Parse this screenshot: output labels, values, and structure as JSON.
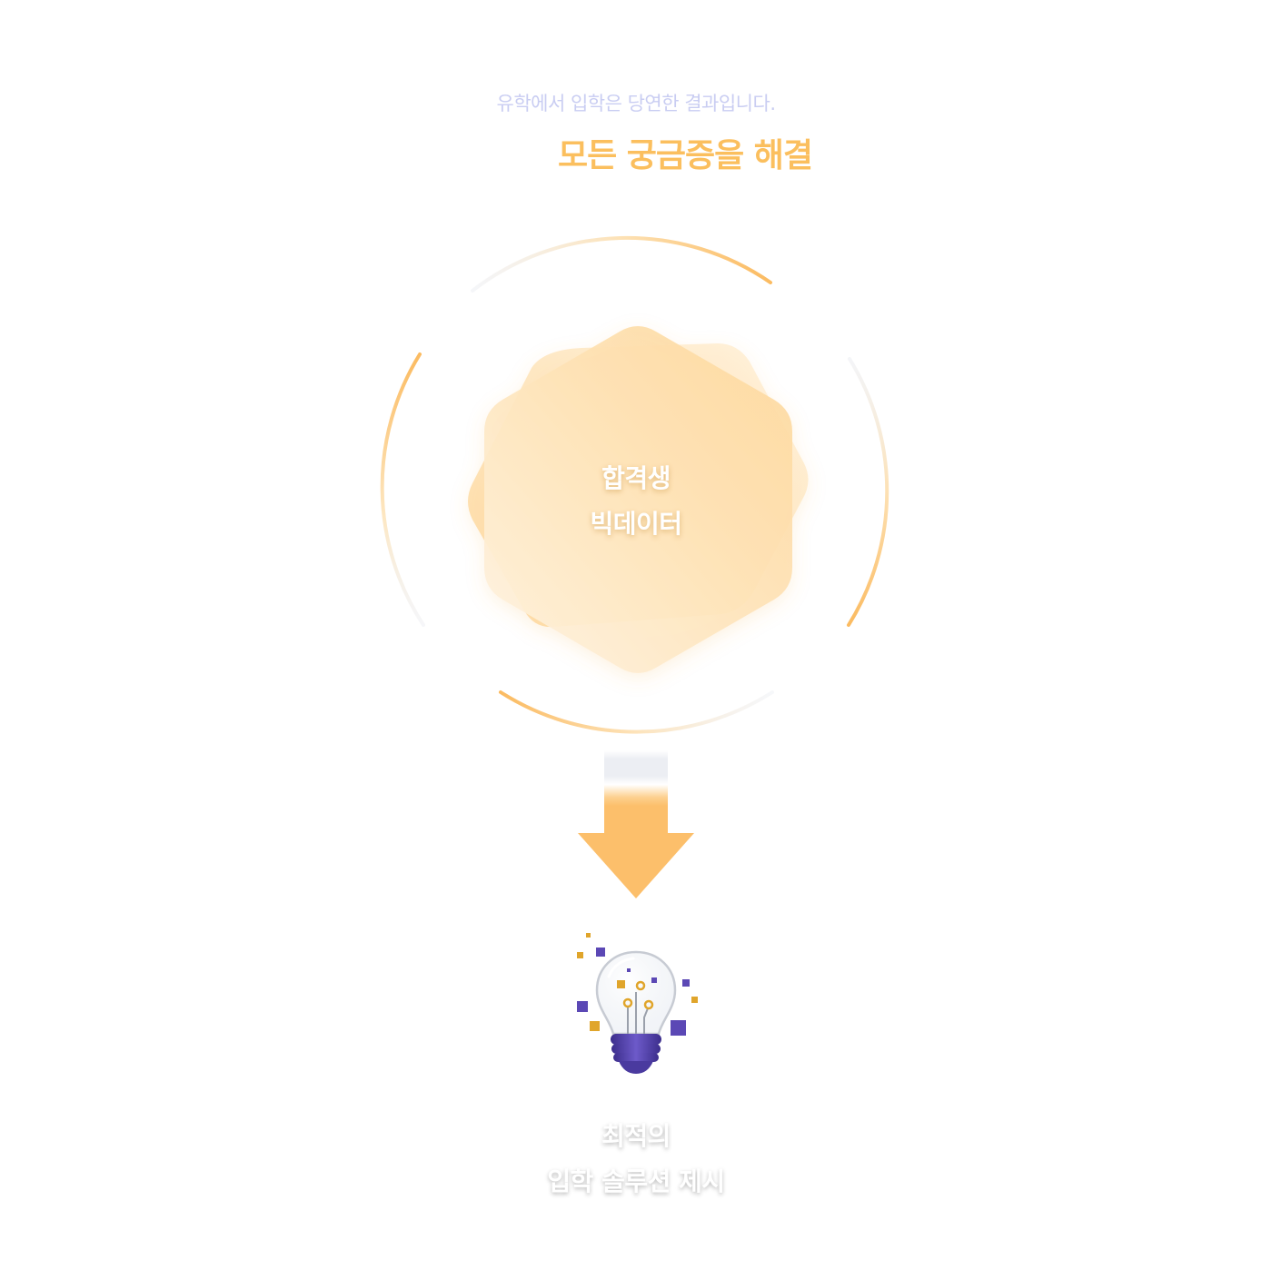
{
  "header": {
    "subtitle": "유학에서 입학은 당연한 결과입니다.",
    "headline": "모든 궁금증을 해결"
  },
  "center": {
    "line1": "합격생",
    "line2": "빅데이터"
  },
  "result": {
    "line1": "최적의",
    "line2": "입학 솔루션 제시"
  },
  "icons": {
    "center_shape": "hexagon-icon",
    "flow_arrow": "arrow-down-icon",
    "result_icon": "lightbulb-icon"
  },
  "colors": {
    "accent": "#fbbf5e",
    "subtitle": "#c9cdf2",
    "bulb_base": "#5b48b5"
  }
}
